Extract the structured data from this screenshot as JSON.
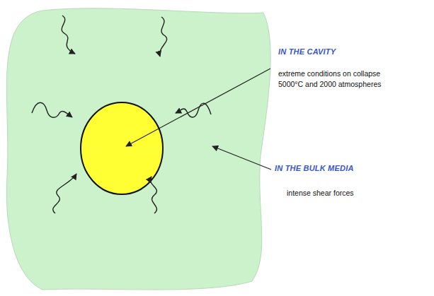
{
  "diagram": {
    "labels": [
      "IN THE CAVITY",
      "extreme conditions on collapse 5000°C and 2000 atmospheres",
      "IN THE BULK MEDIA",
      "intense shear forces"
    ]
  }
}
